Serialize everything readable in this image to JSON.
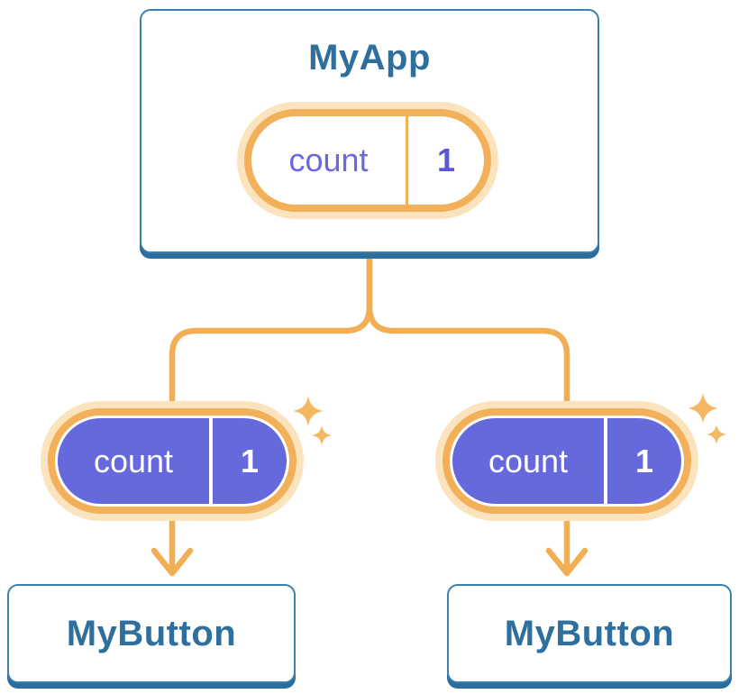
{
  "colors": {
    "background": "#ffffff",
    "box_border": "#3a80ae",
    "box_shadow": "#2b6d9c",
    "component_text": "#2e6f9d",
    "connector": "#f2ae55",
    "pill_halo": "#fbe4bd",
    "pill_ring": "#f3b05a",
    "state_fill": "#6569db",
    "state_text_on_fill": "#ffffff",
    "state_name_text": "#6a6ade",
    "state_value_text": "#5b55d8",
    "sparkle": "#f5b761"
  },
  "icons": {
    "sparkle": "four-point-star"
  },
  "diagram": {
    "root": {
      "label": "MyApp",
      "state": {
        "name": "count",
        "value": "1"
      }
    },
    "children": [
      {
        "label": "MyButton",
        "state": {
          "name": "count",
          "value": "1"
        }
      },
      {
        "label": "MyButton",
        "state": {
          "name": "count",
          "value": "1"
        }
      }
    ]
  }
}
